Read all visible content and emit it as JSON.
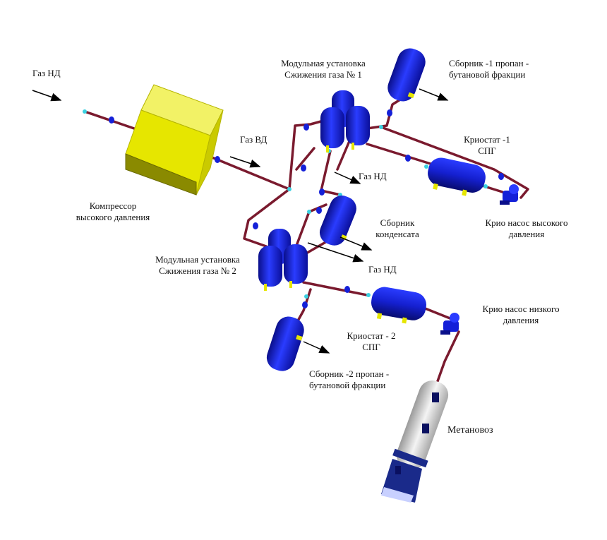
{
  "labels": {
    "gas_nd_inlet": "Газ НД",
    "compressor": [
      "Компрессор",
      "высокого давления"
    ],
    "gas_vd": "Газ ВД",
    "module1": [
      "Модульная установка",
      "Сжижения газа № 1"
    ],
    "collector1": [
      "Сборник -1 пропан -",
      "бутановой фракции"
    ],
    "cryostat1": [
      "Криостат -1",
      "СПГ"
    ],
    "gas_nd_mid": "Газ НД",
    "condensate": [
      "Сборник",
      "конденсата"
    ],
    "pump_high": [
      "Крио насос высокого",
      "давления"
    ],
    "module2": [
      "Модульная установка",
      "Сжижения газа № 2"
    ],
    "gas_nd_low": "Газ НД",
    "pump_low": [
      "Крио насос низкого",
      "давления"
    ],
    "cryostat2": [
      "Криостат - 2",
      "СПГ"
    ],
    "collector2": [
      "Сборник -2 пропан -",
      "бутановой фракции"
    ],
    "truck": "Метановоз"
  },
  "colors": {
    "pipe": "#7a1a2e",
    "vessel": "#1420d8",
    "compressor": "#e6e600",
    "fitting": "#3ad0e0",
    "tanker": "#c8c8c8",
    "truck_cab": "#1a2a8a"
  }
}
